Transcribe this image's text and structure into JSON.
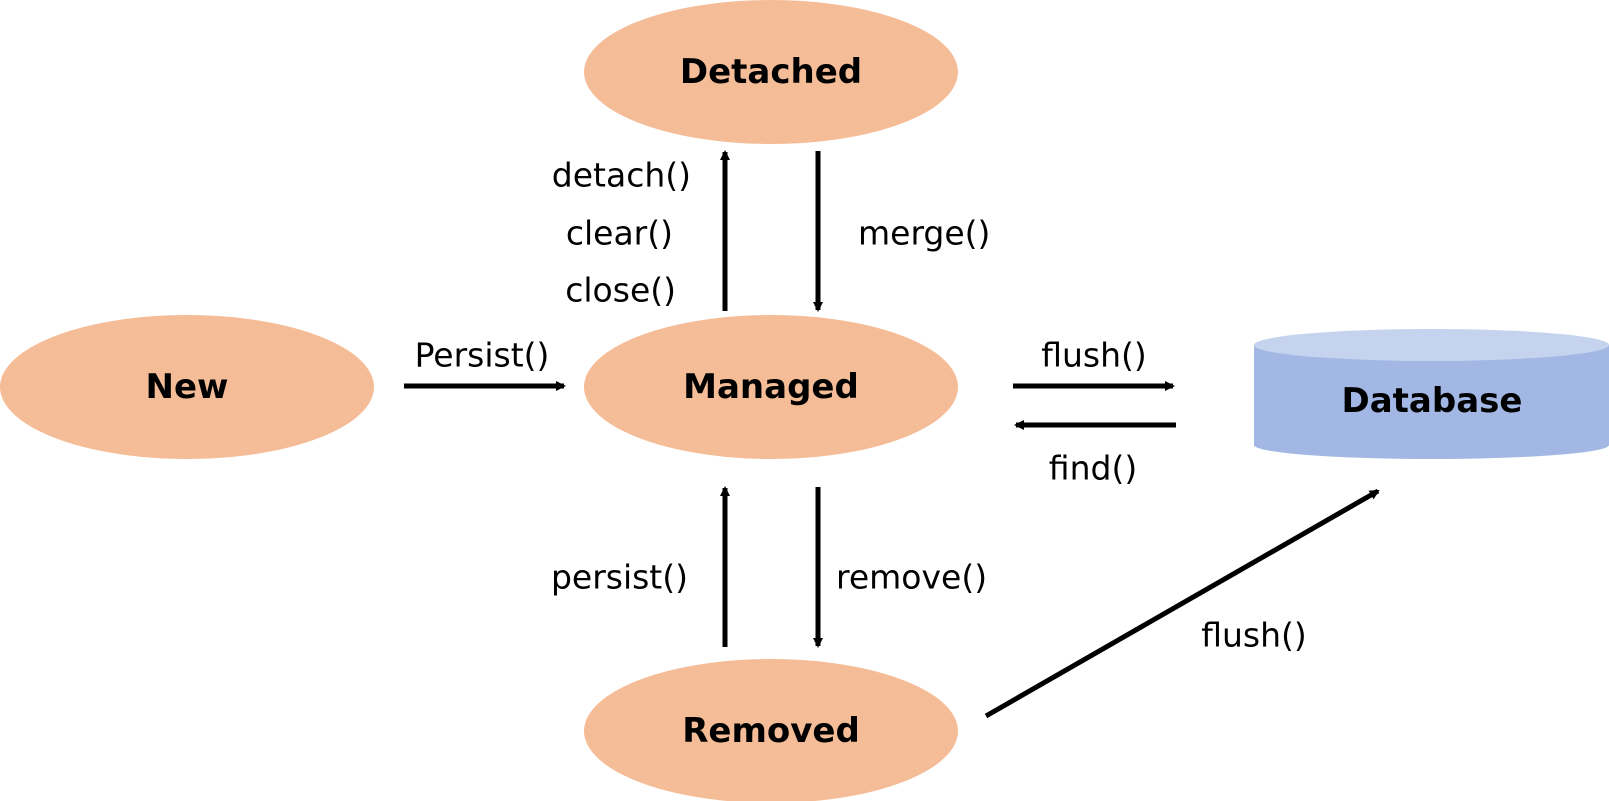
{
  "colors": {
    "state_fill": "#f5bd97",
    "db_body": "#a2b7e3",
    "db_top": "#c5d3ef",
    "arrow": "#000000",
    "text": "#000000"
  },
  "nodes": {
    "new": "New",
    "managed": "Managed",
    "detached": "Detached",
    "removed": "Removed",
    "database": "Database"
  },
  "edges": {
    "persist_new": "Persist()",
    "detach": "detach()",
    "clear": "clear()",
    "close": "close()",
    "merge": "merge()",
    "flush_managed": "flush()",
    "find": "find()",
    "persist_removed": "persist()",
    "remove": "remove()",
    "flush_removed": "flush()"
  }
}
